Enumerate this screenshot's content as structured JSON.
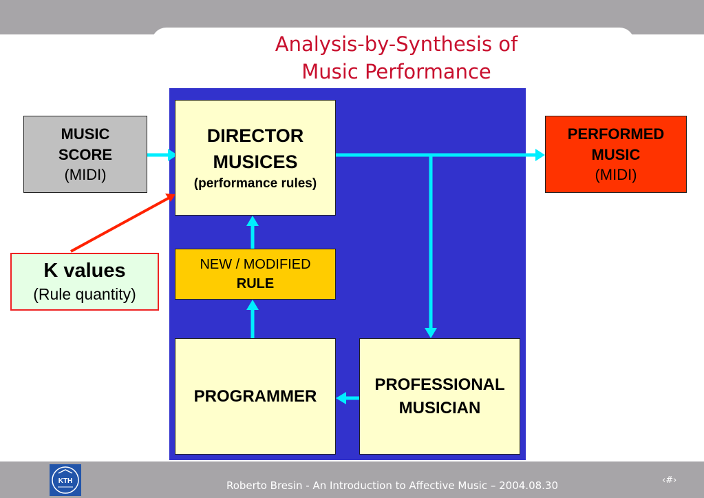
{
  "title": {
    "line1": "Analysis-by-Synthesis of",
    "line2": "Music Performance"
  },
  "boxes": {
    "music_score": {
      "line1": "MUSIC",
      "line2": "SCORE",
      "line3": "(MIDI)",
      "color": "#c0c0c0"
    },
    "director": {
      "line1": "DIRECTOR",
      "line2": "MUSICES",
      "line3": "(performance rules)",
      "color": "#ffffcc"
    },
    "performed": {
      "line1": "PERFORMED",
      "line2": "MUSIC",
      "line3": "(MIDI)",
      "color": "#ff3300"
    },
    "new_rule": {
      "line1": "NEW / MODIFIED",
      "line2": "RULE",
      "color": "#ffcc00"
    },
    "programmer": {
      "label": "PROGRAMMER",
      "color": "#ffffcc"
    },
    "musician": {
      "line1": "PROFESSIONAL",
      "line2": "MUSICIAN",
      "color": "#ffffcc"
    },
    "k_values": {
      "line1": "K values",
      "line2": "(Rule quantity)",
      "color": "#e5ffe5",
      "border": "#ee2222"
    }
  },
  "colors": {
    "panel_background": "#3232cc",
    "arrow": "#00eeff",
    "title": "#c8102e",
    "pointer_line": "#ff2200",
    "frame": "#a7a5a8"
  },
  "logo": {
    "icon": "kth-logo-icon",
    "text": "KTH"
  },
  "footer": {
    "text": "Roberto Bresin - An Introduction to Affective Music – 2004.08.30",
    "page": "‹#›"
  }
}
